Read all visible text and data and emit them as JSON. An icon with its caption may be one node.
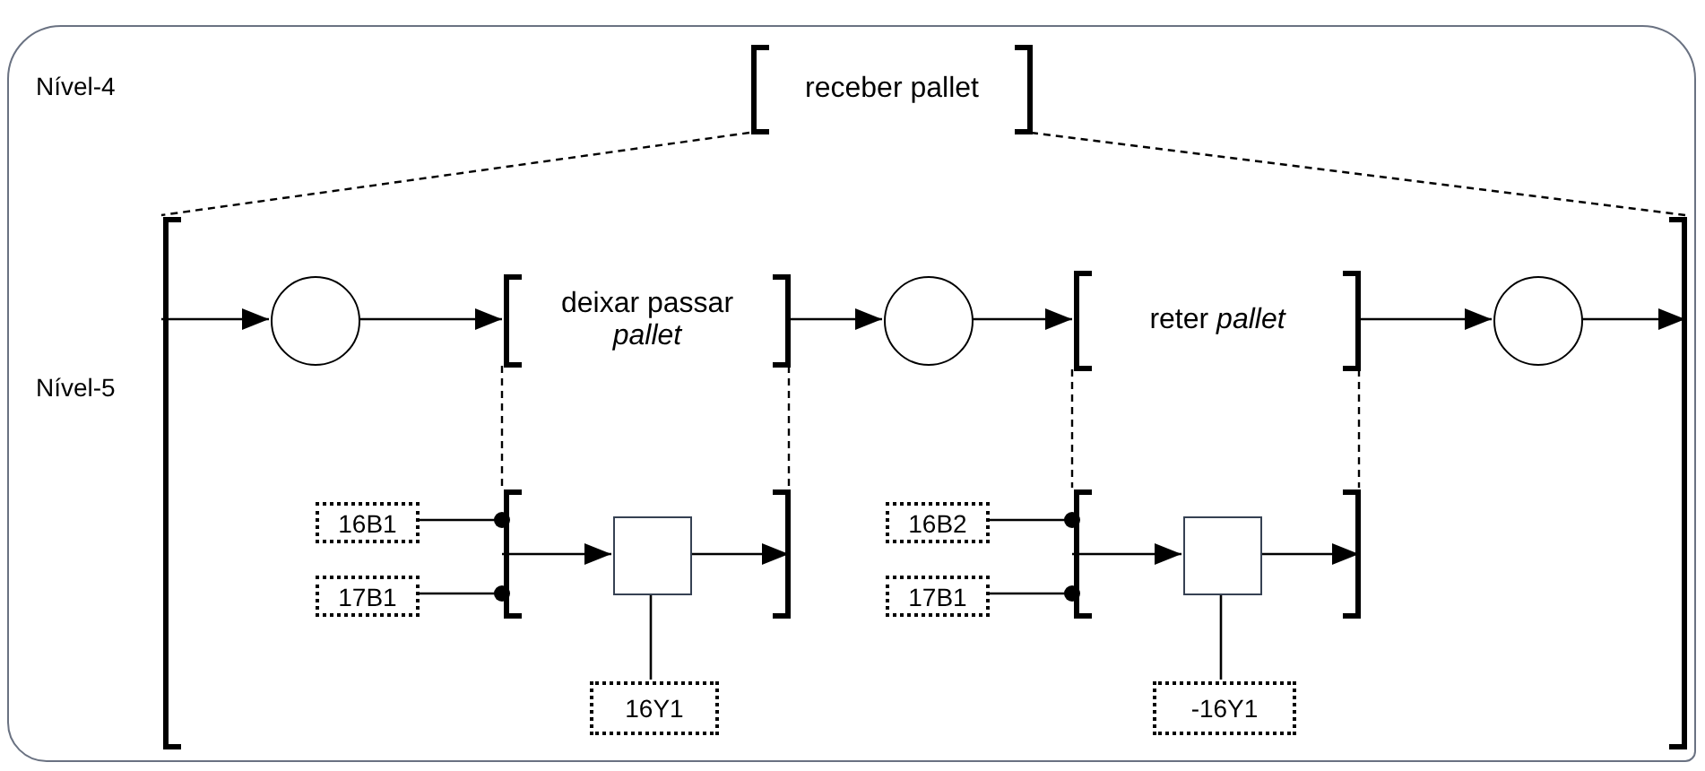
{
  "diagram": {
    "nodes": [
      {
        "text": [],
        "shape": "box"
      },
      {
        "text": [
          "receber pallet"
        ],
        "in": 0
      },
      {
        "text": [],
        "shape": "bracket",
        "in": 0
      },
      {
        "text": [],
        "shape": "circle",
        "in": 2
      },
      {
        "text": [
          "deixar passar *pallet*"
        ],
        "in": 2
      },
      {
        "text": [],
        "shape": "circle",
        "in": 2
      },
      {
        "text": [
          "reter *pallet*"
        ],
        "in": 2
      },
      {
        "text": [],
        "shape": "circle",
        "in": 2
      },
      {
        "text": [],
        "shape": "bracket",
        "in": 2
      },
      {
        "text": [],
        "shape": "box",
        "in": 8
      },
      {
        "text": [
          "16B1"
        ],
        "in": 2
      },
      {
        "text": [
          "17B1"
        ],
        "in": 2
      },
      {
        "text": [
          "16Y1"
        ],
        "in": 2
      },
      {
        "text": [],
        "shape": "bracket",
        "in": 2
      },
      {
        "text": [],
        "shape": "box",
        "in": 13
      },
      {
        "text": [
          "16B2"
        ],
        "in": 2
      },
      {
        "text": [
          "17B1"
        ],
        "in": 2
      },
      {
        "text": [
          "-16Y1"
        ],
        "in": 2
      }
    ],
    "edges": [
      {
        "from": 1,
        "to": 2,
        "arrow": "none",
        "style": "dashed"
      },
      {
        "from": 1,
        "to": 2,
        "arrow": "none",
        "style": "dashed"
      },
      {
        "from": 2,
        "to": 3,
        "arrow": "to"
      },
      {
        "from": 3,
        "to": 4,
        "arrow": "to"
      },
      {
        "from": 4,
        "to": 5,
        "arrow": "to"
      },
      {
        "from": 5,
        "to": 6,
        "arrow": "to"
      },
      {
        "from": 6,
        "to": 7,
        "arrow": "to"
      },
      {
        "from": 7,
        "to": 2,
        "arrow": "to"
      },
      {
        "from": 4,
        "to": 8,
        "arrow": "none",
        "style": "dashed"
      },
      {
        "from": 4,
        "to": 8,
        "arrow": "none",
        "style": "dashed"
      },
      {
        "from": 10,
        "to": 8,
        "arrow": "other"
      },
      {
        "from": 11,
        "to": 8,
        "arrow": "other"
      },
      {
        "from": 8,
        "to": 9,
        "arrow": "to"
      },
      {
        "from": 9,
        "to": 8,
        "arrow": "to"
      },
      {
        "from": 12,
        "to": 9,
        "arrow": "none"
      },
      {
        "from": 6,
        "to": 13,
        "arrow": "none",
        "style": "dashed"
      },
      {
        "from": 6,
        "to": 13,
        "arrow": "none",
        "style": "dashed"
      },
      {
        "from": 15,
        "to": 13,
        "arrow": "other"
      },
      {
        "from": 16,
        "to": 13,
        "arrow": "other"
      },
      {
        "from": 13,
        "to": 14,
        "arrow": "to"
      },
      {
        "from": 14,
        "to": 13,
        "arrow": "to"
      },
      {
        "from": 17,
        "to": 14,
        "arrow": "none"
      }
    ],
    "labels": [
      "Nível-4",
      "Nível-5"
    ]
  }
}
